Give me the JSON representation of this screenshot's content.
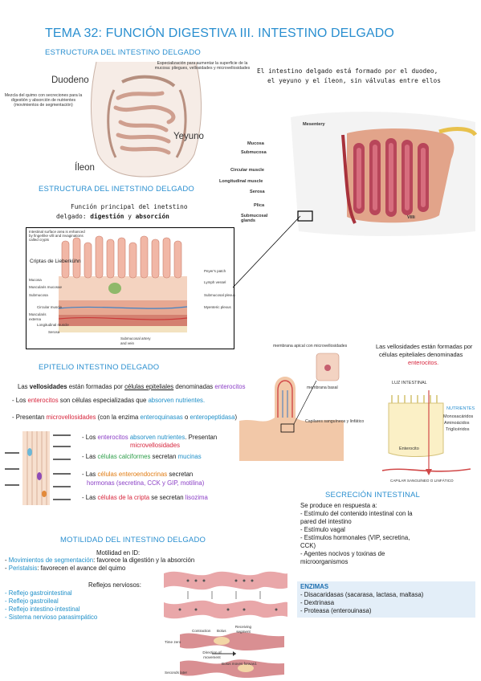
{
  "title": "TEMA 32: FUNCIÓN DIGESTIVA III. INTESTINO DELGADO",
  "sec1": {
    "heading": "ESTRUCTURA DEL INTESTINO DELGADO",
    "label_duodeno": "Duodeno",
    "label_yeyuno": "Yeyuno",
    "label_ileon": "Íleon",
    "note_top": "Especialización para aumentar la superficie de la mucosa: pliegues, vellosidades y microvellosidades",
    "note_left": "Mezcla del quimo con secreciones para la digestión y absorción de nutrientes (movimientos de segmentación)",
    "intro_line1": "El intestino delgado está formado por el duodeo,",
    "intro_line2": "el yeyuno y el íleon, sin válvulas entre ellos"
  },
  "wall": {
    "labels": [
      "Mesentery",
      "Mucosa",
      "Submucosa",
      "Circular muscle",
      "Longitudinal muscle",
      "Serosa",
      "Plica",
      "Submucosal glands",
      "Villi"
    ]
  },
  "sec2": {
    "heading": "ESTRUCTURA DEL INETSTINO DELGADO",
    "func_line1": "Función principal del inetstino",
    "func_line2_pre": "delgado: ",
    "func_bold1": "digestión",
    "func_mid": " y ",
    "func_bold2": "absorción",
    "criptas": "Criptas de Lieberkühn",
    "diagram_header": "Intestinal surface area is enhanced by fingerlike villi and invaginations called crypts",
    "diagram_labels": [
      "Peyer's patch",
      "Lymph vessel",
      "Submucosal plexus",
      "Myenteric plexus",
      "Mucosa",
      "Muscularis mucosae",
      "Submucosa",
      "Circular muscle",
      "Muscularis externa",
      "Longitudinal muscle",
      "Serosa",
      "Submucosal artery and vein"
    ]
  },
  "sec3": {
    "heading": "EPITELIO INTESTINO DELGADO",
    "p1_a": "Las ",
    "p1_b": "vellosidades",
    "p1_c": " están formadas por ",
    "p1_d": "células epiteliales",
    "p1_e": " denominadas ",
    "p1_f": "enterocitos",
    "p2_a": "- Los ",
    "p2_b": "enterocitos",
    "p2_c": " son células especializadas que ",
    "p2_d": "absorven nutrientes.",
    "p3_a": "- Presentan ",
    "p3_b": "microvellosidades",
    "p3_c": " (con la enzima ",
    "p3_d": "enteroquinasas",
    "p3_e": " o ",
    "p3_f": "enteropeptidasa",
    "p3_g": ")",
    "b1_a": "- Los ",
    "b1_b": "enterocitos",
    "b1_c": " ",
    "b1_d": "absorven nutrientes",
    "b1_e": ". Presentan",
    "b1_f": "microvellosidades",
    "b2_a": "- Las ",
    "b2_b": "células calciformes",
    "b2_c": " secretan ",
    "b2_d": "mucinas",
    "b3_a": "- Las ",
    "b3_b": "células enteroendocrinas",
    "b3_c": " secretan",
    "b3_d": "hormonas (secretina, CCK y GIP, motilina)",
    "b4_a": "- Las ",
    "b4_b": "células de la cripta",
    "b4_c": " se secretan ",
    "b4_d": "lisozima",
    "villus_labels": [
      "membrana apical con microvellosidades",
      "membrana basal",
      "Capilares sanguíneos y linfático"
    ],
    "right_note1": "Las vellosidades están formadas por",
    "right_note2": "células epiteliales denominadas",
    "right_note3": "enterocitos.",
    "luz": "LUZ INTESTINAL",
    "nutrientes": "NUTRIENTES",
    "nutr_list": [
      "Monosacáridos",
      "Aminoácidos",
      "Triglicéridos"
    ],
    "enterocito": "Enterocito",
    "capilar": "CAPILAR SANGUÍNEO O LINFÁTICO"
  },
  "sec4": {
    "heading": "SECRECIÓN INTESTINAL",
    "lines": [
      "Se produce en respuesta a:",
      "- Estímulo del contenido intestinal con la",
      "pared del intestino",
      "- Estímulo vagal",
      "- Estímulos hormonales (VIP, secretina,",
      "CCK)",
      "- Agentes nocivos y toxinas de",
      "microorganismos"
    ],
    "enz_title": "ENZIMAS",
    "enz_lines": [
      "- Disacaridasas (sacarasa, lactasa, maltasa)",
      "- Dextrinasa",
      "- Proteasa (enterouinasa)"
    ]
  },
  "sec5": {
    "heading": "MOTILIDAD DEL INTESTINO DELGADO",
    "motil_title": "Motilidad en ID:",
    "m1_a": "Movimientos de segmentación",
    "m1_b": ":   favorece la digestión y la absorción",
    "m2_a": "Peristalsis",
    "m2_b": ": favorecen el avance del quimo",
    "reflejos_title": "Reflejos nerviosos:",
    "reflejos": [
      "- Reflejo gastrointestinal",
      "- Reflejo gastroileal",
      "- Reflejo intestino-intestinal",
      "- Sistema nervioso parasimpático"
    ],
    "peri_labels": [
      "Contraction",
      "Bolus",
      "Receiving segment",
      "Time zero",
      "Direction of movement",
      "Bolus moves forward.",
      "Seconds later"
    ]
  }
}
